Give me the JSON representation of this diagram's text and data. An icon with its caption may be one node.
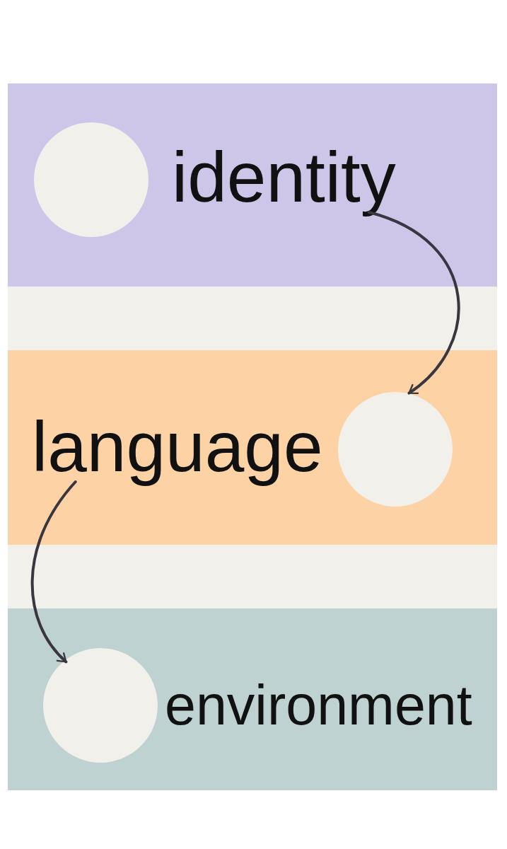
{
  "diagram": {
    "nodes": [
      {
        "text": [],
        "shape": "band"
      },
      {
        "text": [],
        "shape": "circle",
        "in": 0
      },
      {
        "text": [
          "identity"
        ],
        "in": 0
      },
      {
        "text": [],
        "shape": "band"
      },
      {
        "text": [
          "language"
        ],
        "in": 3
      },
      {
        "text": [],
        "shape": "circle",
        "in": 3
      },
      {
        "text": [],
        "shape": "band"
      },
      {
        "text": [],
        "shape": "circle",
        "in": 6
      },
      {
        "text": [
          "environment"
        ],
        "in": 6
      }
    ],
    "edges": [
      {
        "from": 2,
        "to": 5,
        "arrow": "to"
      },
      {
        "from": 4,
        "to": 7,
        "arrow": "to"
      }
    ]
  }
}
